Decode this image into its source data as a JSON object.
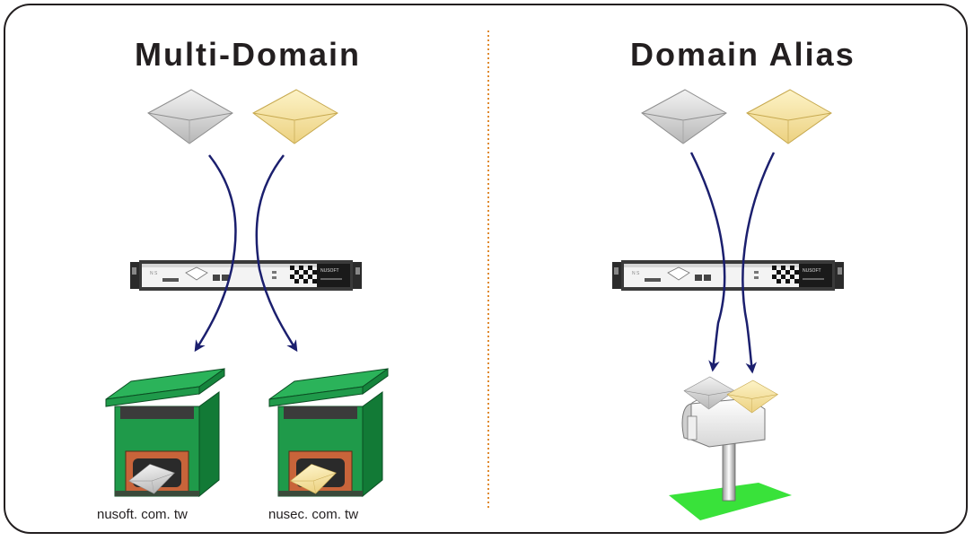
{
  "left_panel": {
    "title": "Multi-Domain",
    "mailboxes": [
      {
        "label": "nusoft. com. tw",
        "letter_color": "#e6e6e6"
      },
      {
        "label": "nusec. com. tw",
        "letter_color": "#f7e39c"
      }
    ]
  },
  "right_panel": {
    "title": "Domain Alias"
  },
  "colors": {
    "frame": "#231f20",
    "arrow": "#1b1f6e",
    "divider": "#e08a2e",
    "mailbox_green": "#1f9a4a",
    "mailbox_dark": "#0d6b31",
    "envelope_gray": "#d9d9d9",
    "envelope_yellow": "#f7e39c",
    "ground_green": "#39e23a"
  },
  "icons": [
    "envelope-icon",
    "mail-server-appliance",
    "mailbox-icon",
    "post-mailbox-icon",
    "arrow-icon"
  ]
}
